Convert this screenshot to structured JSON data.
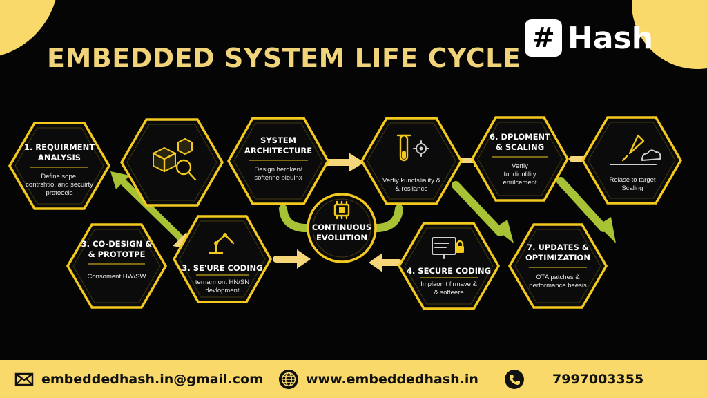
{
  "title": "EMBEDDED SYSTEM LIFE CYCLE",
  "logo": {
    "chip_symbol": "#",
    "text": "Hash"
  },
  "colors": {
    "accent": "#f3c91e",
    "banner": "#f9d96a",
    "arrow_light": "#f6d67a",
    "arrow_green": "#a8c236",
    "background": "#050505"
  },
  "center": {
    "label_line1": "CONTINUOUS",
    "label_line2": "EVOLUTION",
    "icon": "chip-icon"
  },
  "nodes": [
    {
      "id": "n1",
      "title1": "1. REQUIRMENT",
      "title2": "ANALYSIS",
      "desc1": "Define sope,",
      "desc2": "contrshtio, and secuirty",
      "desc3": "protoeels"
    },
    {
      "id": "n2",
      "icon": "boxes-magnifier-icon"
    },
    {
      "id": "n3",
      "title1": "SYSTEM",
      "title2": "ARCHITECTURE",
      "desc1": "Design herdken/",
      "desc2": "softenne bleuinx"
    },
    {
      "id": "n4",
      "icon": "test-tube-gear-icon",
      "desc1": "Verfiy kunctsliality &",
      "desc2": "& resilance"
    },
    {
      "id": "n5",
      "title1": "6. DPLOMENT",
      "title2": "& SCALING",
      "desc1": "Verfiy",
      "desc2": "fundionlility",
      "desc3": "enrilcement"
    },
    {
      "id": "n6",
      "icon": "rocket-cloud-icon",
      "desc1": "Relase to target",
      "desc2": "Scaling"
    },
    {
      "id": "n7",
      "title1": "3. CO-DESIGN &",
      "title2": "& PROTOTPE",
      "desc1": "Consoment HW/SW"
    },
    {
      "id": "n8",
      "icon": "robot-arm-icon",
      "title1": "3. SE'URE CODING",
      "desc1": "ternarmont HN/SN",
      "desc2": "devlopment"
    },
    {
      "id": "n9",
      "icon": "monitor-lock-icon",
      "title1": "4. SECURE CODING",
      "desc1": "Implaomt firmave &",
      "desc2": "& softeere"
    },
    {
      "id": "n10",
      "title1": "7. UPDATES &",
      "title2": "OPTIMIZATION",
      "desc1": "OTA patches &",
      "desc2": "performance beesis"
    }
  ],
  "footer": {
    "email": "embeddedhash.in@gmail.com",
    "email_icon": "envelope-icon",
    "website": "www.embeddedhash.in",
    "website_icon": "globe-icon",
    "phone": "7997003355",
    "phone_icon": "phone-icon"
  }
}
